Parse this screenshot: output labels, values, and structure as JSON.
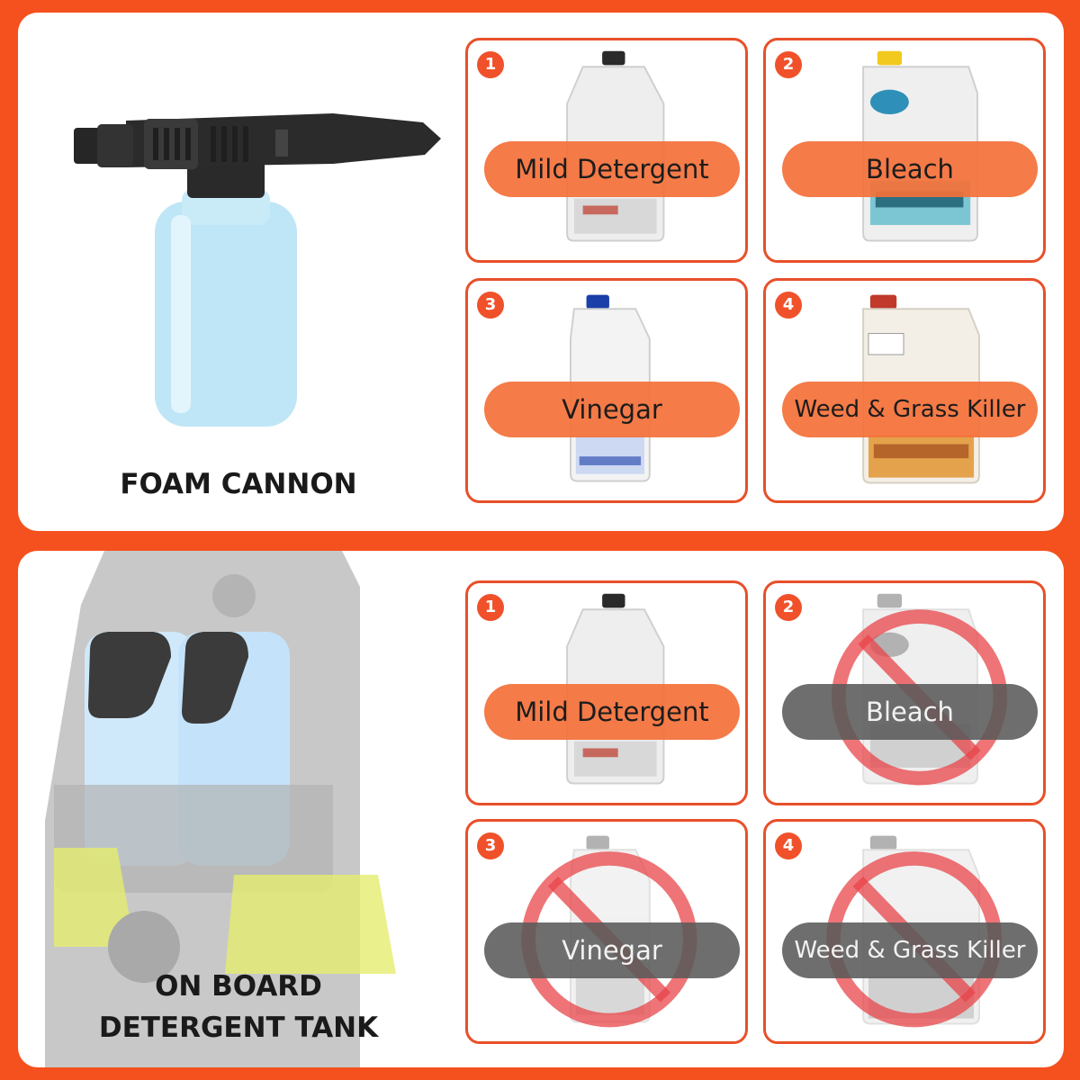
{
  "top_section": {
    "caption": "FOAM CANNON",
    "cards": [
      {
        "number": "1",
        "label": "Mild Detergent",
        "allowed": true
      },
      {
        "number": "2",
        "label": "Bleach",
        "allowed": true
      },
      {
        "number": "3",
        "label": "Vinegar",
        "allowed": true
      },
      {
        "number": "4",
        "label": "Weed & Grass Killer",
        "allowed": true
      }
    ]
  },
  "bottom_section": {
    "caption_line1": "ON BOARD",
    "caption_line2": "DETERGENT TANK",
    "cards": [
      {
        "number": "1",
        "label": "Mild Detergent",
        "allowed": true
      },
      {
        "number": "2",
        "label": "Bleach",
        "allowed": false
      },
      {
        "number": "3",
        "label": "Vinegar",
        "allowed": false
      },
      {
        "number": "4",
        "label": "Weed & Grass Killer",
        "allowed": false
      }
    ]
  },
  "colors": {
    "accent": "#f4511e",
    "pill_orange": "#f47038",
    "pill_gray": "#5a5a5a",
    "prohibit_red": "#e8454a"
  }
}
